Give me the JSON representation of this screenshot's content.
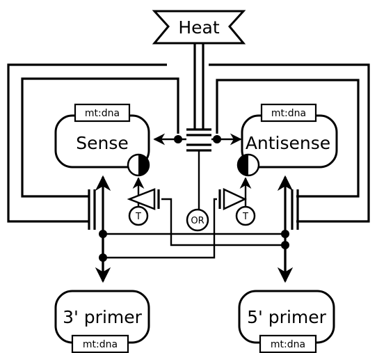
{
  "nodes": {
    "heat": {
      "label": "Heat"
    },
    "sense": {
      "label": "Sense",
      "tag": "mt:dna"
    },
    "antisense": {
      "label": "Antisense",
      "tag": "mt:dna"
    },
    "primer3": {
      "label": "3' primer",
      "tag": "mt:dna"
    },
    "primer5": {
      "label": "5' primer",
      "tag": "mt:dna"
    }
  },
  "gates": {
    "timer_left": "T",
    "timer_right": "T",
    "or_gate": "OR"
  }
}
